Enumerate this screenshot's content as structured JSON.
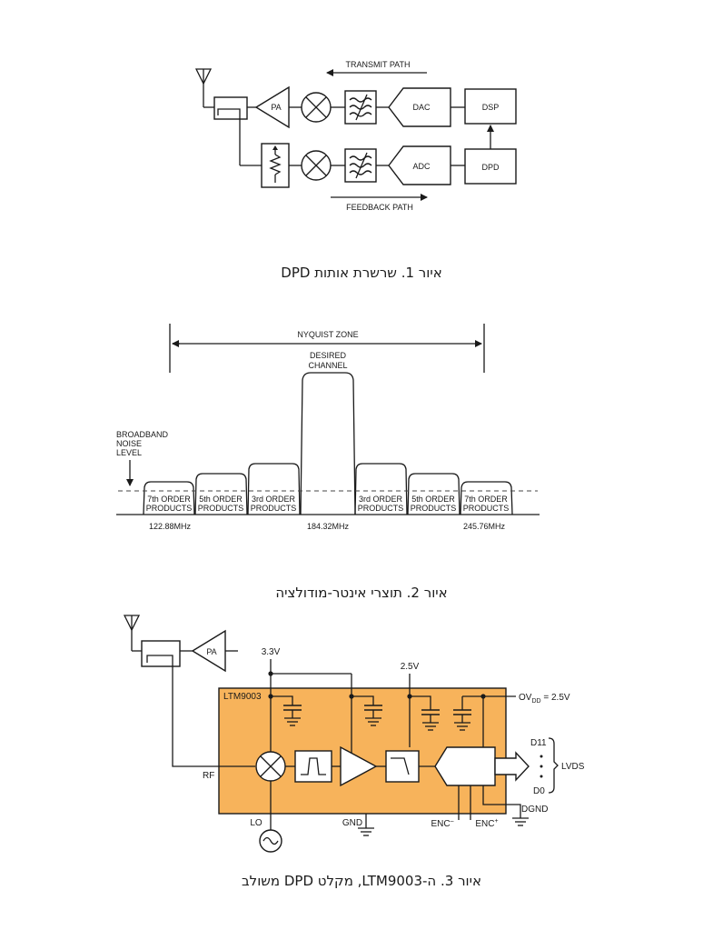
{
  "figure1": {
    "transmit_path": "TRANSMIT PATH",
    "feedback_path": "FEEDBACK PATH",
    "pa": "PA",
    "dac": "DAC",
    "dsp": "DSP",
    "adc": "ADC",
    "dpd": "DPD",
    "caption": "איור 1. שרשרת אותות DPD"
  },
  "figure2": {
    "nyquist_zone": "NYQUIST ZONE",
    "desired_channel_1": "DESIRED",
    "desired_channel_2": "CHANNEL",
    "noise_1": "BROADBAND",
    "noise_2": "NOISE",
    "noise_3": "LEVEL",
    "bands": [
      {
        "order": "7th ORDER",
        "products": "PRODUCTS"
      },
      {
        "order": "5th ORDER",
        "products": "PRODUCTS"
      },
      {
        "order": "3rd ORDER",
        "products": "PRODUCTS"
      },
      {
        "order": "3rd ORDER",
        "products": "PRODUCTS"
      },
      {
        "order": "5th ORDER",
        "products": "PRODUCTS"
      },
      {
        "order": "7th ORDER",
        "products": "PRODUCTS"
      }
    ],
    "freq_left": "122.88MHz",
    "freq_center": "184.32MHz",
    "freq_right": "245.76MHz",
    "caption": "איור 2. תוצרי אינטר-מודולציה"
  },
  "figure3": {
    "pa": "PA",
    "v33": "3.3V",
    "v25": "2.5V",
    "ovdd_pre": "OV",
    "ovdd_sub": "DD",
    "ovdd_post": " = 2.5V",
    "chip": "LTM9003",
    "rf": "RF",
    "lo": "LO",
    "gnd": "GND",
    "enc_minus": "ENC",
    "enc_minus_sup": "–",
    "enc_plus": "ENC",
    "enc_plus_sup": "+",
    "dgnd": "DGND",
    "d11": "D11",
    "d0": "D0",
    "lvds": "LVDS",
    "chip_color": "#f7b35b",
    "caption": "איור 3. ה-LTM9003, מקלט DPD משולב"
  }
}
